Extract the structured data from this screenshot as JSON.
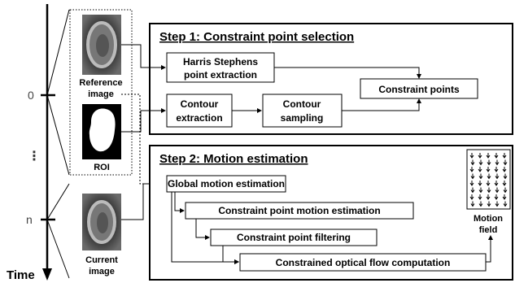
{
  "timeline": {
    "tick_0": "0",
    "ellipsis": "⋮",
    "tick_n": "n",
    "axis_label": "Time"
  },
  "images": {
    "reference_label_line1": "Reference",
    "reference_label_line2": "image",
    "roi_label": "ROI",
    "current_label_line1": "Current",
    "current_label_line2": "image"
  },
  "step1": {
    "title": "Step 1: Constraint point selection",
    "harris_line1": "Harris Stephens",
    "harris_line2": "point extraction",
    "contour_extraction_line1": "Contour",
    "contour_extraction_line2": "extraction",
    "contour_sampling_line1": "Contour",
    "contour_sampling_line2": "sampling",
    "constraint_points": "Constraint points"
  },
  "step2": {
    "title": "Step 2: Motion estimation",
    "global_motion": "Global motion estimation",
    "cp_motion": "Constraint point motion estimation",
    "cp_filtering": "Constraint point filtering",
    "optical_flow": "Constrained optical flow computation",
    "motion_field_line1": "Motion",
    "motion_field_line2": "field"
  }
}
